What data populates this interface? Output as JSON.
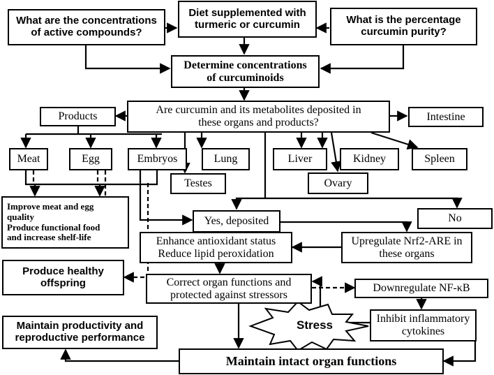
{
  "boxes": {
    "diet": "Diet supplemented with\nturmeric or curcumin",
    "active_compounds": "What are the concentrations\nof active compounds?",
    "purity": "What is the percentage\ncurcumin purity?",
    "determine": "Determine concentrations\nof curcuminoids",
    "question": "Are curcumin and its metabolites deposited in\nthese organs and products?",
    "products": "Products",
    "intestine": "Intestine",
    "meat": "Meat",
    "egg": "Egg",
    "embryos": "Embryos",
    "lung": "Lung",
    "liver": "Liver",
    "kidney": "Kidney",
    "spleen": "Spleen",
    "testes": "Testes",
    "ovary": "Ovary",
    "improve": "Improve meat and egg\nquality\nProduce functional food\nand increase shelf-life",
    "yes": "Yes, deposited",
    "no": "No",
    "enhance": "Enhance antioxidant status\nReduce lipid peroxidation",
    "upregulate": "Upregulate Nrf2-ARE in\nthese organs",
    "healthy": "Produce healthy\noffspring",
    "correct": "Correct organ functions and\nprotected against stressors",
    "downregulate": "Downregulate NF-κB",
    "inhibit": "Inhibit inflammatory\ncytokines",
    "productivity": "Maintain productivity and\nreproductive performance",
    "intact": "Maintain intact organ functions",
    "stress": "Stress"
  },
  "colors": {
    "line": "#000000",
    "background": "#ffffff"
  }
}
